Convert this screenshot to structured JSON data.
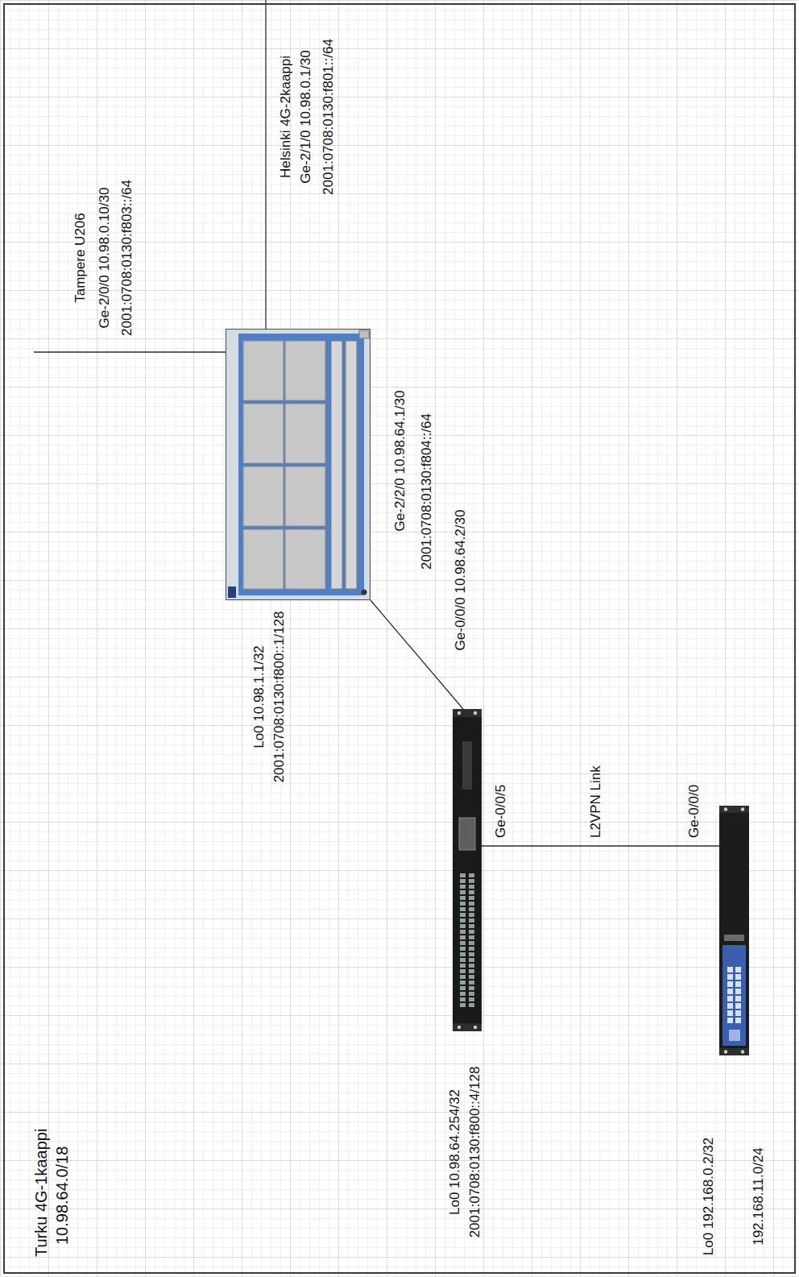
{
  "diagram": {
    "nodes": [
      {
        "text": [
          "Turku 4G-1kaappi",
          "10.98.64.0/18"
        ]
      },
      {
        "text": [
          "Lo0 10.98.1.1/32",
          "2001:0708:0130:f800::1/128"
        ],
        "in": 0
      },
      {
        "text": [
          "Lo0 10.98.64.254/32",
          "2001:0708:0130:f800::4/128"
        ],
        "in": 0
      },
      {
        "text": [
          "Lo0 192.168.0.2/32"
        ],
        "in": 0
      }
    ],
    "edges": [
      {
        "from": 1,
        "to": 2,
        "arrow": "none"
      },
      {
        "from": 2,
        "to": 3,
        "label": "L2VPN Link",
        "arrow": "none"
      }
    ],
    "labels": [
      "Tampere U206",
      "Ge-2/0/0 10.98.0.10/30",
      "2001:0708:0130:f803::/64",
      "Helsinki 4G-2kaappi",
      "Ge-2/1/0 10.98.0.1/30",
      "2001:0708:0130:f801::/64",
      "Ge-2/2/0 10.98.64.1/30",
      "2001:0708:0130:f804::/64",
      "Ge-0/0/0 10.98.64.2/30",
      "Ge-0/0/5",
      "Ge-0/0/0",
      "192.168.11.0/24"
    ]
  }
}
